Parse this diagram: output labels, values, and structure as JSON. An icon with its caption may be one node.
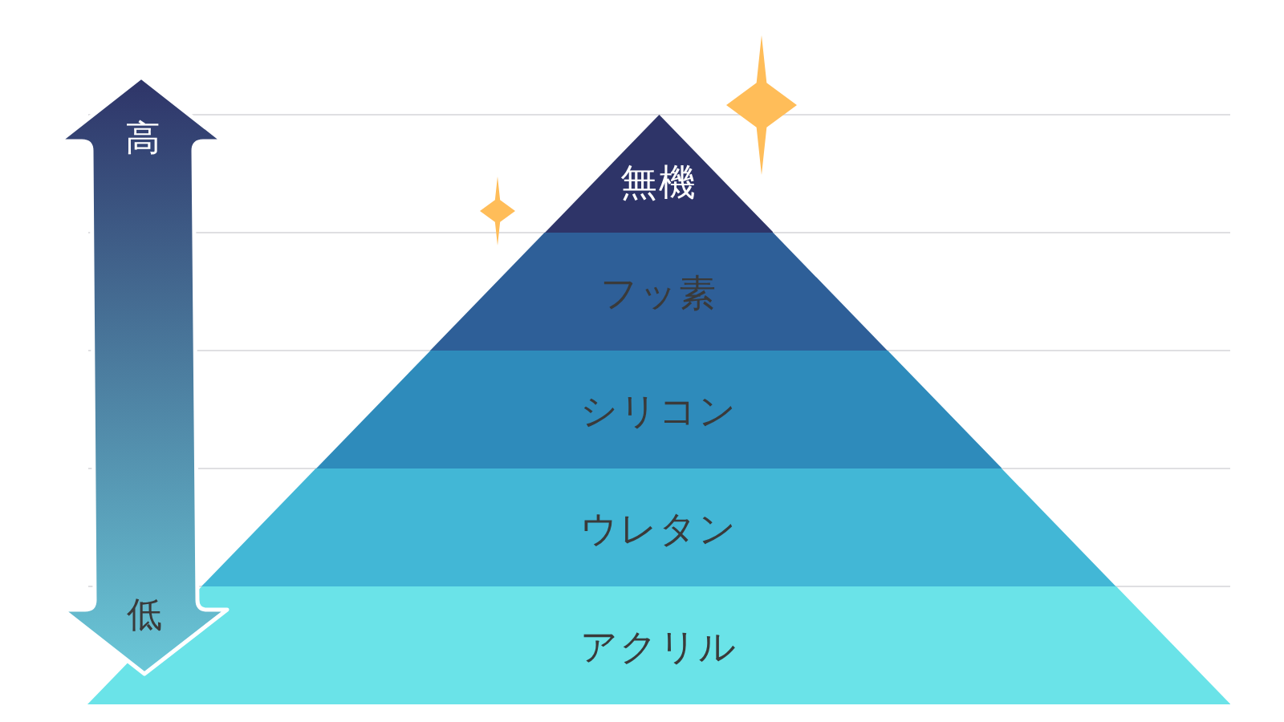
{
  "diagram": {
    "nodes": [
      {
        "text": [
          "無機"
        ]
      },
      {
        "text": [
          "フッ素"
        ]
      },
      {
        "text": [
          "シリコン"
        ]
      },
      {
        "text": [
          "ウレタン"
        ]
      },
      {
        "text": [
          "アクリル"
        ]
      }
    ],
    "labels": [
      "高",
      "低"
    ]
  }
}
